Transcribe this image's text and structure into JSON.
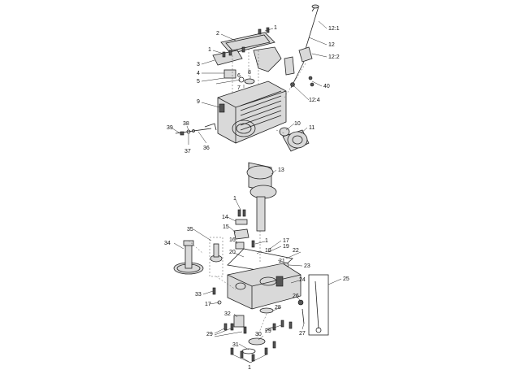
{
  "diagram": {
    "callouts": [
      "1",
      "2",
      "3",
      "4",
      "5",
      "6",
      "7",
      "8",
      "9",
      "10",
      "11",
      "12",
      "12:1",
      "12:2",
      "12:4",
      "13",
      "14",
      "15",
      "16",
      "17",
      "18",
      "19",
      "20",
      "21",
      "22",
      "23",
      "24",
      "25",
      "26",
      "27",
      "28",
      "29",
      "30",
      "31",
      "32",
      "33",
      "34",
      "35",
      "36",
      "37",
      "38",
      "39",
      "40"
    ]
  }
}
